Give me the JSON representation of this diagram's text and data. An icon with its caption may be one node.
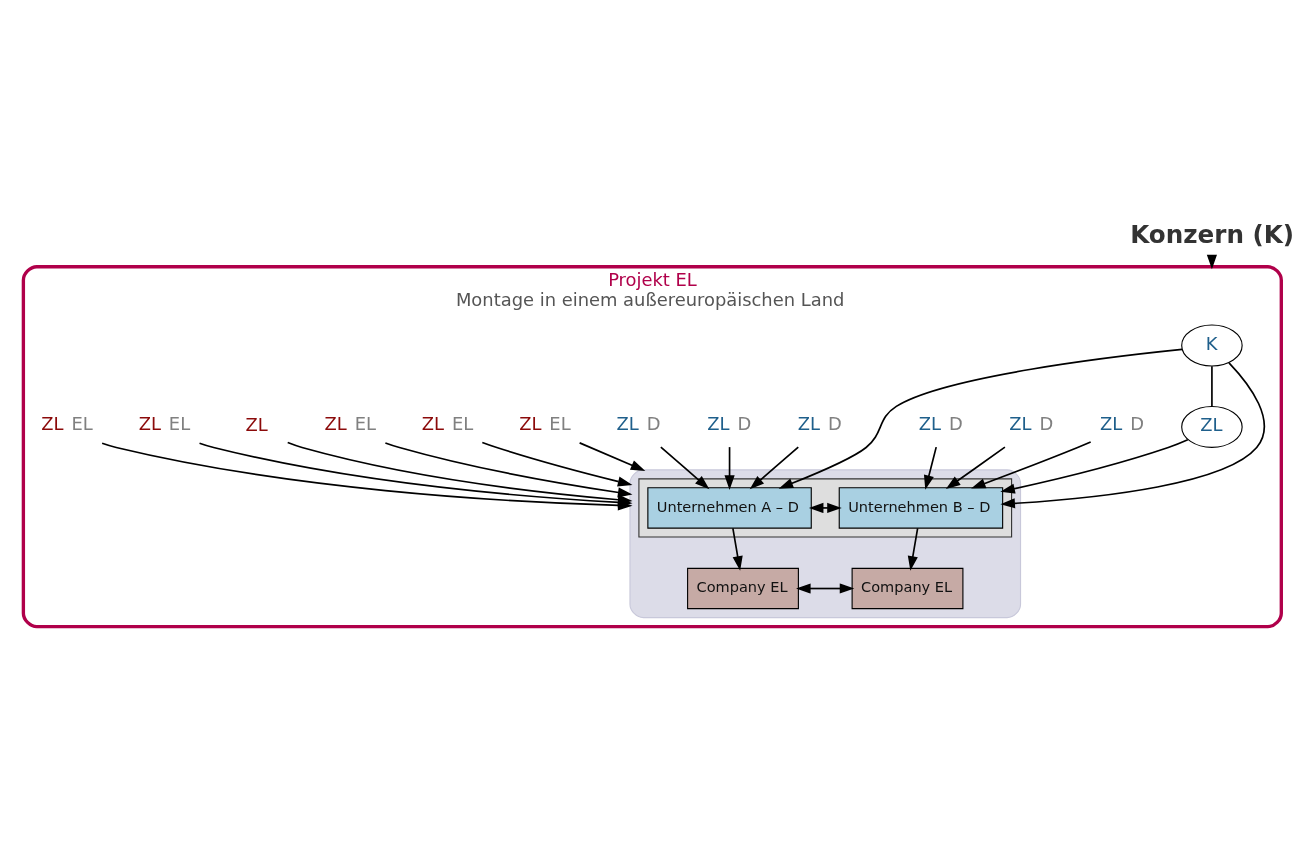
{
  "diagram": {
    "nodes": [
      {
        "text": [
          "Konzern (K)"
        ]
      },
      {
        "text": [
          "Projekt EL",
          "Montage in einem außereuropäischen Land"
        ]
      },
      {
        "text": [
          "K"
        ],
        "in": 1
      },
      {
        "text": [
          "ZL"
        ],
        "in": 1
      },
      {
        "text": [],
        "shape": "ellipse",
        "in": 1
      },
      {
        "text": [],
        "shape": "box",
        "in": 4
      },
      {
        "text": [
          "Unternehmen A – D"
        ],
        "in": 5
      },
      {
        "text": [
          "Unternehmen B – D"
        ],
        "in": 5
      },
      {
        "text": [
          "Company EL"
        ],
        "in": 4
      },
      {
        "text": [
          "Company EL"
        ],
        "in": 4
      },
      {
        "text": [
          "ZL D"
        ],
        "in": 1
      },
      {
        "text": [
          "ZL D"
        ],
        "in": 1
      },
      {
        "text": [
          "ZL D"
        ],
        "in": 1
      },
      {
        "text": [
          "ZL D"
        ],
        "in": 1
      },
      {
        "text": [
          "ZL D"
        ],
        "in": 1
      },
      {
        "text": [
          "ZL D"
        ],
        "in": 1
      },
      {
        "text": [
          "ZL EL"
        ],
        "in": 1
      },
      {
        "text": [
          "ZL EL"
        ],
        "in": 1
      },
      {
        "text": [
          "ZL EL"
        ],
        "in": 1
      },
      {
        "text": [
          "ZL"
        ],
        "in": 1
      },
      {
        "text": [
          "ZL EL"
        ],
        "in": 1
      },
      {
        "text": [
          "ZL EL"
        ],
        "in": 1
      }
    ],
    "edges": [
      {
        "from": 0,
        "to": 1,
        "arrow": "to"
      },
      {
        "from": 2,
        "to": 6,
        "arrow": "to"
      },
      {
        "from": 2,
        "to": 7,
        "arrow": "to"
      },
      {
        "from": 2,
        "to": 3,
        "arrow": "none"
      },
      {
        "from": 3,
        "to": 7,
        "arrow": "to"
      },
      {
        "from": 10,
        "to": 6,
        "arrow": "to"
      },
      {
        "from": 11,
        "to": 6,
        "arrow": "to"
      },
      {
        "from": 12,
        "to": 6,
        "arrow": "to"
      },
      {
        "from": 13,
        "to": 7,
        "arrow": "to"
      },
      {
        "from": 14,
        "to": 7,
        "arrow": "to"
      },
      {
        "from": 15,
        "to": 7,
        "arrow": "to"
      },
      {
        "from": 6,
        "to": 7,
        "arrow": "both"
      },
      {
        "from": 6,
        "to": 8,
        "arrow": "to"
      },
      {
        "from": 7,
        "to": 9,
        "arrow": "to"
      },
      {
        "from": 8,
        "to": 9,
        "arrow": "both"
      },
      {
        "from": 16,
        "to": 4,
        "arrow": "to"
      },
      {
        "from": 17,
        "to": 4,
        "arrow": "to"
      },
      {
        "from": 18,
        "to": 4,
        "arrow": "to"
      },
      {
        "from": 19,
        "to": 4,
        "arrow": "to"
      },
      {
        "from": 20,
        "to": 4,
        "arrow": "to"
      },
      {
        "from": 21,
        "to": 4,
        "arrow": "to"
      }
    ]
  }
}
